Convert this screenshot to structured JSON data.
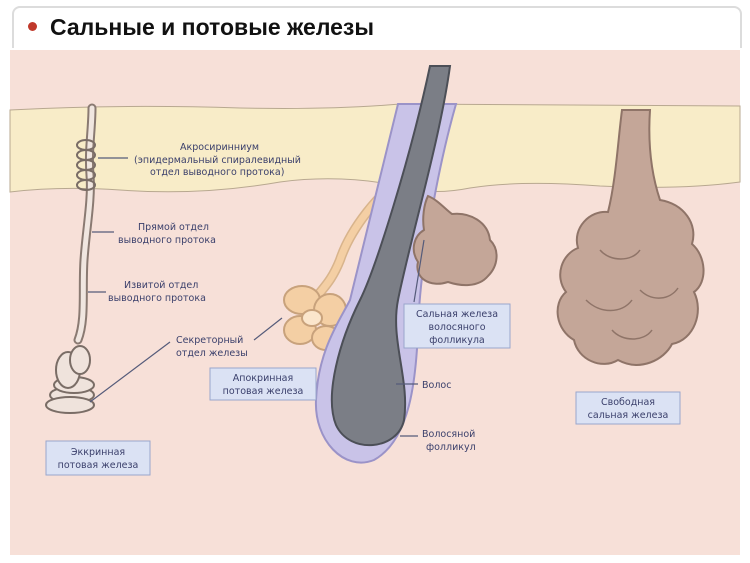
{
  "title": "Сальные и потовые железы",
  "labels": {
    "acrosyringium_1": "Акросиринниум",
    "acrosyringium_2": "(эпидермальный спиралевидный",
    "acrosyringium_3": "отдел выводного протока)",
    "straight_1": "Прямой отдел",
    "straight_2": "выводного протока",
    "coiled_1": "Извитой отдел",
    "coiled_2": "выводного протока",
    "secretory_1": "Секреторный",
    "secretory_2": "отдел железы",
    "eccrine_1": "Эккринная",
    "eccrine_2": "потовая железа",
    "apocrine_1": "Апокринная",
    "apocrine_2": "потовая железа",
    "sebaceous_follicle_1": "Сальная железа",
    "sebaceous_follicle_2": "волосяного",
    "sebaceous_follicle_3": "фолликула",
    "hair": "Волос",
    "follicle_1": "Волосяной",
    "follicle_2": "фолликул",
    "free_gland_1": "Свободная",
    "free_gland_2": "сальная железа"
  },
  "colors": {
    "epidermis": "#f8ecc8",
    "dermis": "#f7e0d8",
    "gland": "#c4a698",
    "apocrine": "#f4cfa4",
    "hair": "#7b7e86",
    "follicle": "#c9c3e8",
    "label_box": "#dbe2f4",
    "label_text": "#3a3f6b"
  }
}
